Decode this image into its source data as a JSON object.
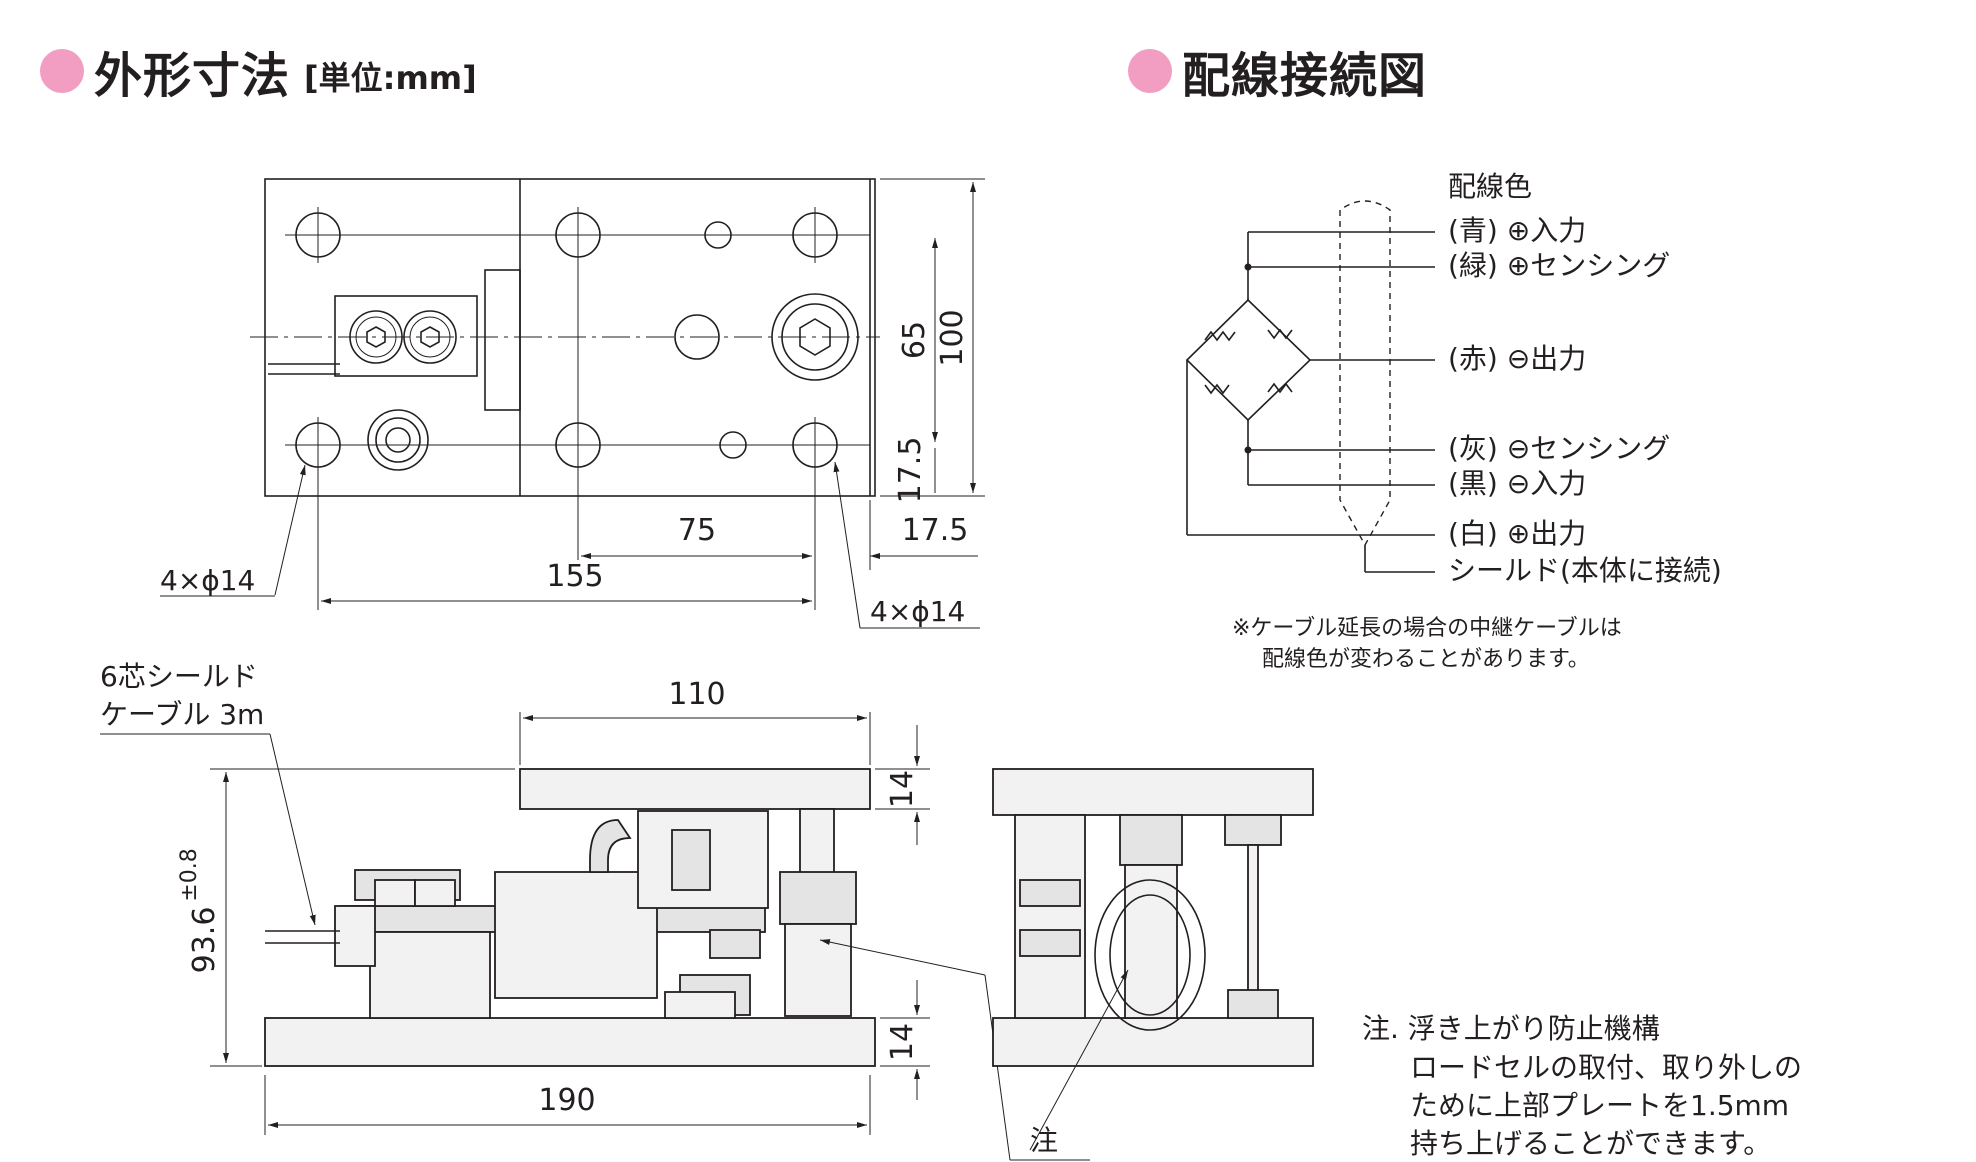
{
  "colors": {
    "accent_dot": "#f19ec2",
    "line": "#231f20"
  },
  "left_header": {
    "title": "外形寸法",
    "unit": "[単位:mm]"
  },
  "right_header": {
    "title": "配線接続図"
  },
  "top_view": {
    "dim_100": "100",
    "dim_65": "65",
    "dim_17_5_vertical": "17.5",
    "dim_75": "75",
    "dim_17_5_horizontal": "17.5",
    "dim_155": "155",
    "hole_label_left": "4×ϕ14",
    "hole_label_right": "4×ϕ14"
  },
  "side_view": {
    "cable_label_line1": "6芯シールド",
    "cable_label_line2": "ケーブル 3m",
    "dim_110": "110",
    "dim_14_top": "14",
    "dim_14_bottom": "14",
    "dim_93_6": "93.6",
    "tolerance": "±0.8",
    "dim_190": "190",
    "note_marker": "注"
  },
  "wiring": {
    "color_heading": "配線色",
    "wires": [
      "(青) ⊕入力",
      "(緑) ⊕センシング",
      "(赤) ⊖出力",
      "(灰) ⊖センシング",
      "(黒) ⊖入力",
      "(白) ⊕出力",
      "シールド(本体に接続)"
    ],
    "cable_note_line1": "※ケーブル延長の場合の中継ケーブルは",
    "cable_note_line2": "配線色が変わることがあります。"
  },
  "footnote": {
    "line1": "注. 浮き上がり防止機構",
    "line2": "ロードセルの取付、取り外しの",
    "line3": "ために上部プレートを1.5mm",
    "line4": "持ち上げることができます。"
  }
}
